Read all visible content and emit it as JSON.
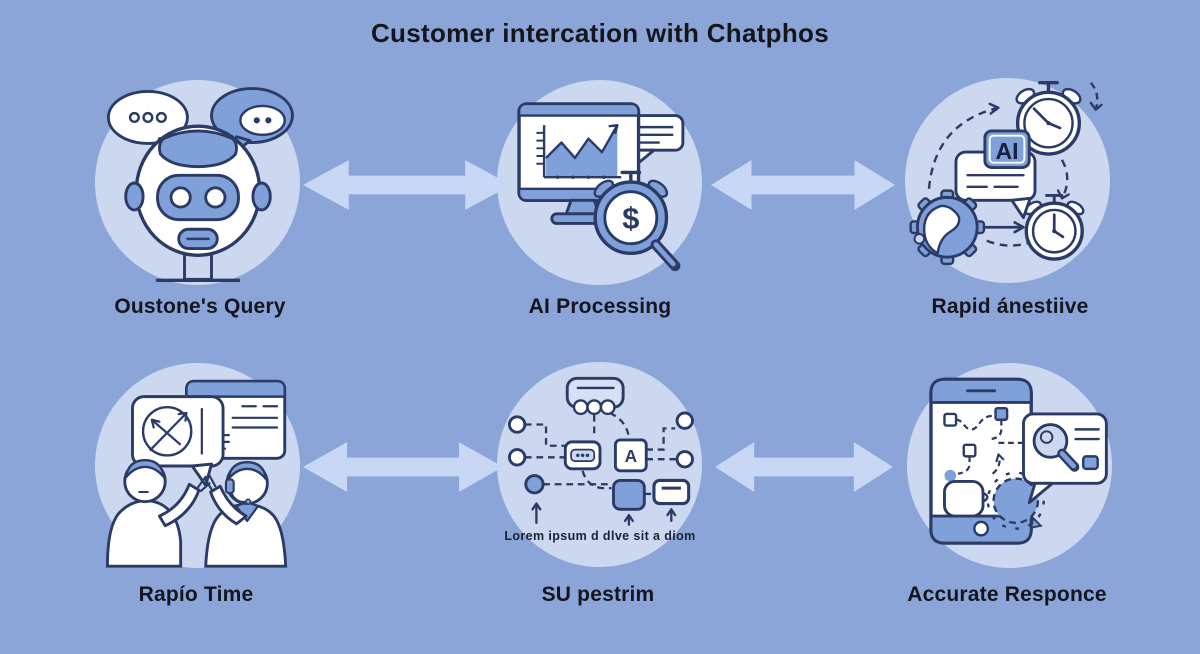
{
  "title": "Customer intercation with Chatphos",
  "colors": {
    "background": "#8CA5D9",
    "circle_fill": "#CBD8F0",
    "arrow_fill": "#C8D7F3",
    "outline": "#2B3B66",
    "accent_blue": "#7FA0D8",
    "text": "#14151D"
  },
  "cells": [
    {
      "label": "Oustone's Query",
      "icon": "robot-chat-icon"
    },
    {
      "label": "AI Processing",
      "icon": "analytics-monitor-icon"
    },
    {
      "label": "Rapid ánestiive",
      "icon": "ai-timer-icon"
    },
    {
      "label": "Rapío Time",
      "icon": "support-agents-icon"
    },
    {
      "label": "SU pestrim",
      "icon": "flowchart-icon"
    },
    {
      "label": "Accurate Responce",
      "icon": "phone-result-icon"
    }
  ],
  "icon_text": {
    "ai_badge": "AI",
    "node_letter": "A",
    "currency_symbol": "$",
    "flowchart_caption": "Lorem ipsum d dlve sit a diom"
  }
}
